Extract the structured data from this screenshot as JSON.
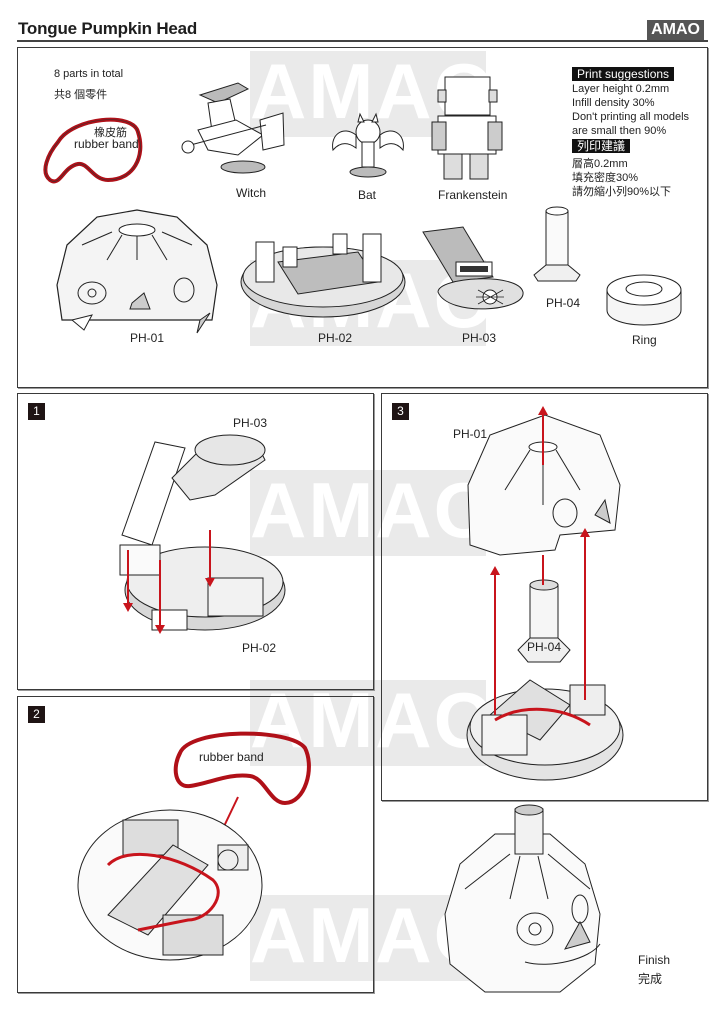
{
  "header": {
    "title": "Tongue Pumpkin Head",
    "brand": "AMAO"
  },
  "watermark": "AMAO",
  "parts": {
    "count_en": "8 parts in total",
    "count_zh": "共8 個零件",
    "rubber_band_zh": "橡皮筋",
    "rubber_band_en": "rubber band",
    "figures": [
      {
        "id": "witch",
        "label": "Witch"
      },
      {
        "id": "bat",
        "label": "Bat"
      },
      {
        "id": "frankenstein",
        "label": "Frankenstein"
      }
    ],
    "pieces": [
      {
        "id": "ph-01",
        "label": "PH-01"
      },
      {
        "id": "ph-02",
        "label": "PH-02"
      },
      {
        "id": "ph-03",
        "label": "PH-03"
      },
      {
        "id": "ph-04",
        "label": "PH-04"
      },
      {
        "id": "ring",
        "label": "Ring"
      }
    ]
  },
  "print_suggestions": {
    "heading_en": "Print suggestions",
    "lines_en": [
      "Layer height 0.2mm",
      "Infill density 30%",
      "Don't printing all models",
      "are small then 90%"
    ],
    "heading_zh": "列印建議",
    "lines_zh": [
      "層高0.2mm",
      "填充密度30%",
      "請勿縮小列90%以下"
    ]
  },
  "steps": [
    {
      "number": "1",
      "labels": [
        "PH-03",
        "PH-02"
      ]
    },
    {
      "number": "2",
      "labels": [
        "rubber band"
      ]
    },
    {
      "number": "3",
      "labels": [
        "PH-01",
        "PH-04"
      ]
    }
  ],
  "finish": {
    "label_en": "Finish",
    "label_zh": "完成"
  },
  "colors": {
    "accent_red": "#c8141c",
    "rubber_band": "#b01018",
    "brand_bg": "#555555",
    "step_badge": "#1f1414",
    "watermark_bg": "#eaeaea"
  }
}
